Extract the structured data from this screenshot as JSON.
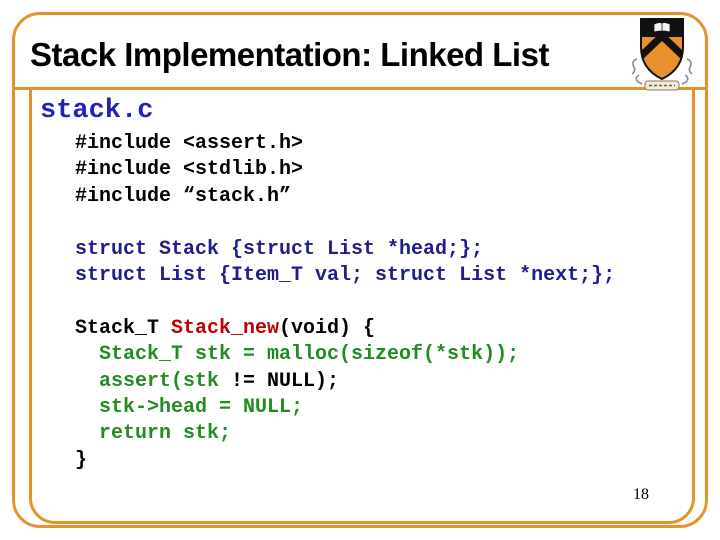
{
  "slide": {
    "title": "Stack Implementation: Linked List",
    "page_number": "18"
  },
  "logo": {
    "name": "princeton-shield"
  },
  "colors": {
    "border": "#E8912C",
    "black": "#000000",
    "navy": "#1D1D8F",
    "red": "#C00000",
    "green": "#228B22",
    "heading": "#2222BB"
  },
  "code_panel": {
    "heading": "stack.c",
    "lines": [
      {
        "segments": [
          {
            "text": "#include <assert.h>",
            "color": "black"
          }
        ]
      },
      {
        "segments": [
          {
            "text": "#include <stdlib.h>",
            "color": "black"
          }
        ]
      },
      {
        "segments": [
          {
            "text": "#include “stack.h”",
            "color": "black"
          }
        ]
      },
      {
        "segments": []
      },
      {
        "segments": [
          {
            "text": "struct Stack {struct List *head;};",
            "color": "navy"
          }
        ]
      },
      {
        "segments": [
          {
            "text": "struct List {Item_T val; struct List *next;};",
            "color": "navy"
          }
        ]
      },
      {
        "segments": []
      },
      {
        "segments": [
          {
            "text": "Stack_T ",
            "color": "black"
          },
          {
            "text": "Stack_new",
            "color": "red"
          },
          {
            "text": "(void) {",
            "color": "black"
          }
        ]
      },
      {
        "segments": [
          {
            "text": "  Stack_T stk = malloc(sizeof(*stk));",
            "color": "green"
          }
        ]
      },
      {
        "segments": [
          {
            "text": "  assert(stk ",
            "color": "green"
          },
          {
            "text": "!= NULL);",
            "color": "black"
          }
        ]
      },
      {
        "segments": [
          {
            "text": "  stk->head = NULL;",
            "color": "green"
          }
        ]
      },
      {
        "segments": [
          {
            "text": "  return stk;",
            "color": "green"
          }
        ]
      },
      {
        "segments": [
          {
            "text": "}",
            "color": "black"
          }
        ]
      }
    ]
  }
}
